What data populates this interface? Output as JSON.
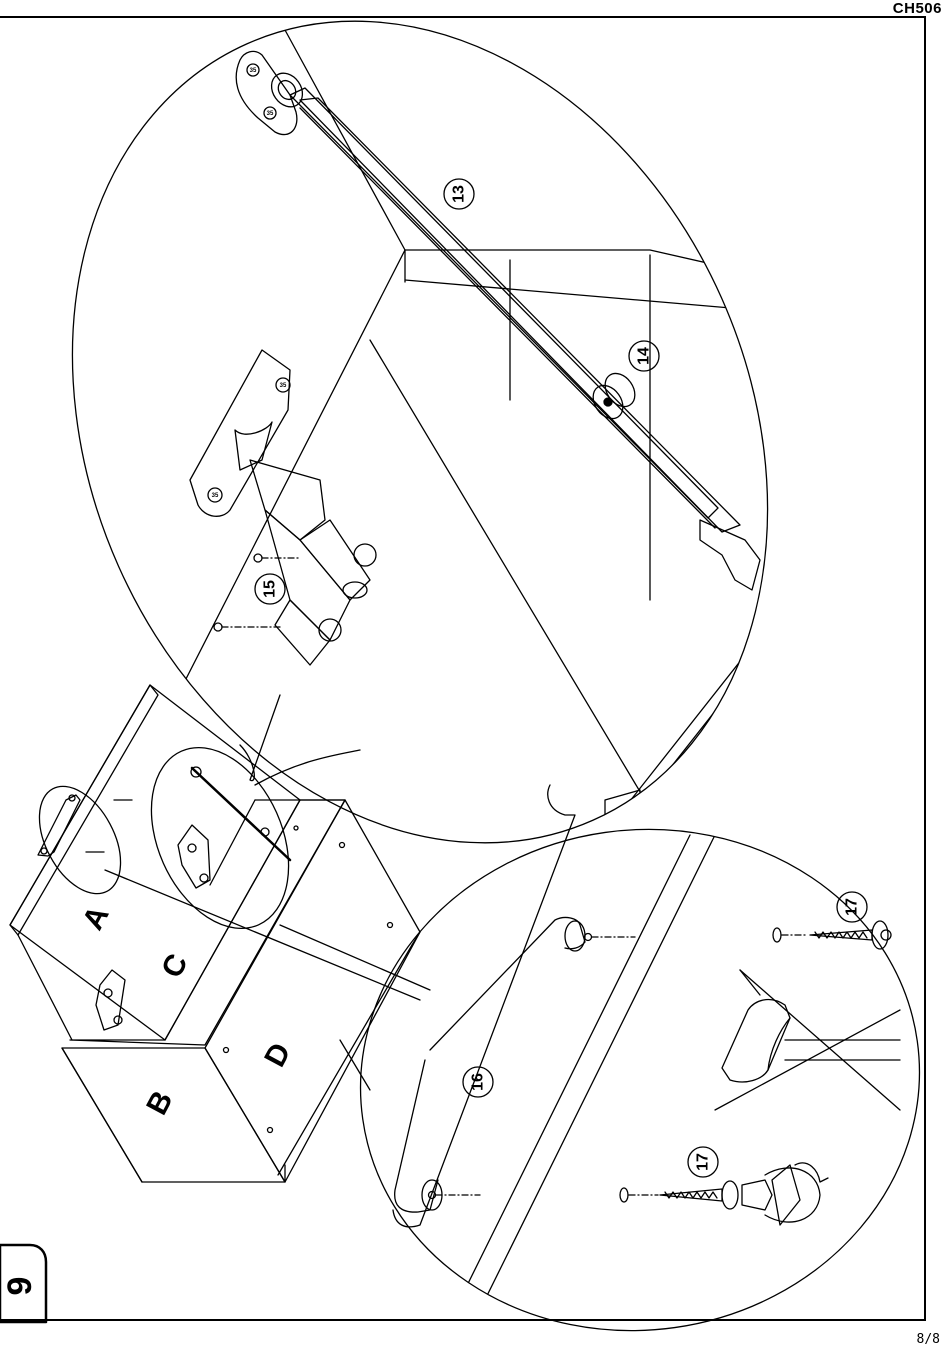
{
  "header": {
    "doc_code": "CH506"
  },
  "footer": {
    "page": "8/8"
  },
  "step": {
    "number": "9"
  },
  "panels": {
    "a": "A",
    "b": "B",
    "c": "C",
    "d": "D"
  },
  "callouts": {
    "part13": "13",
    "part14": "14",
    "part15": "15",
    "part16": "16",
    "part17a": "17",
    "part17b": "17"
  },
  "screw_mark": "35",
  "colors": {
    "line": "#000000",
    "background": "#ffffff"
  }
}
